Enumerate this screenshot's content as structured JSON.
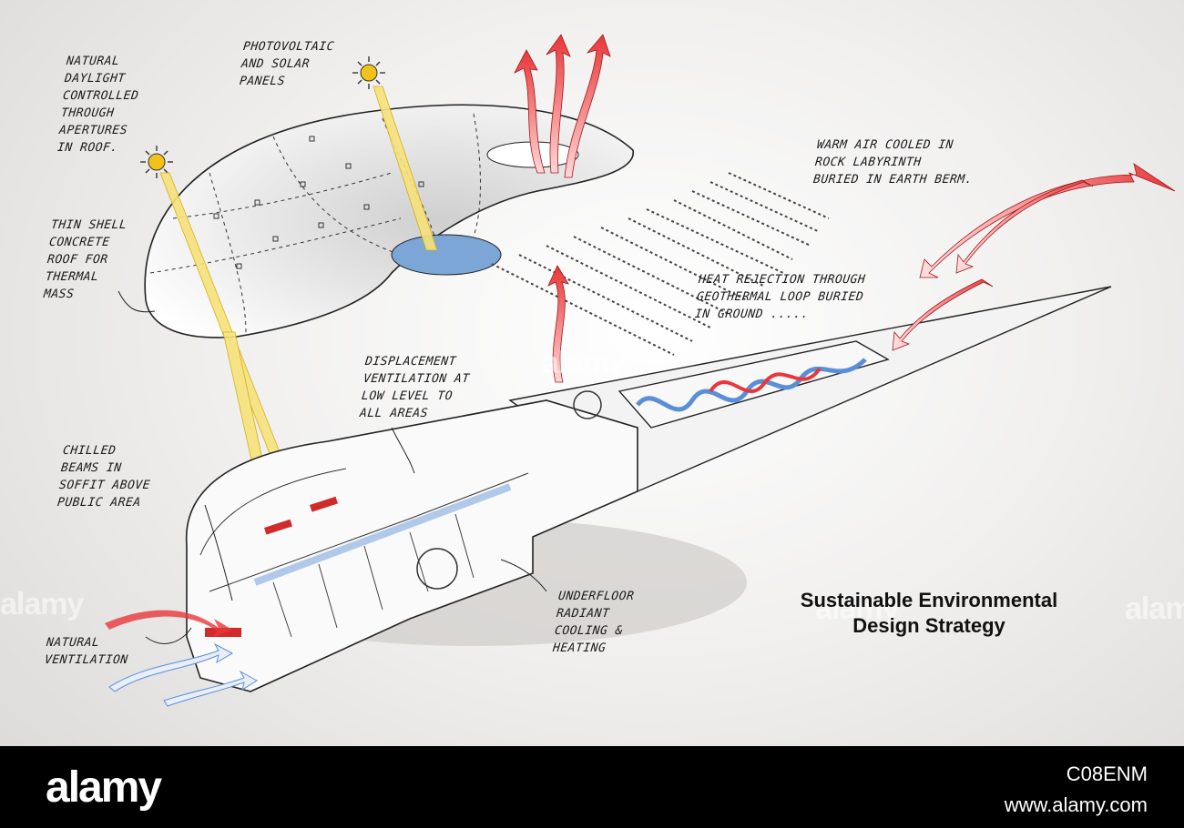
{
  "annotations": {
    "daylight": "NATURAL\nDAYLIGHT\nCONTROLLED\nTHROUGH\nAPERTURES\nIN ROOF.",
    "pv": "PHOTOVOLTAIC\nAND SOLAR\nPANELS",
    "warm_air": "WARM AIR COOLED IN\nROCK LABYRINTH\nBURIED IN EARTH BERM.",
    "shell": "THIN SHELL\nCONCRETE\nROOF FOR\nTHERMAL\nMASS",
    "heat_rejection": "HEAT REJECTION THROUGH\nGEOTHERMAL LOOP BURIED\nIN GROUND .....",
    "displacement": "DISPLACEMENT\nVENTILATION AT\nLOW LEVEL TO\nALL AREAS",
    "chilled": "CHILLED\nBEAMS IN\nSOFFIT ABOVE\nPUBLIC AREA",
    "underfloor": "UNDERFLOOR\nRADIANT\nCOOLING &\nHEATING",
    "natural_vent": "NATURAL\nVENTILATION"
  },
  "title_line1": "Sustainable Environmental",
  "title_line2": "Design Strategy",
  "watermark": "alamy",
  "footer": {
    "logo": "alamy",
    "image_id": "C08ENM",
    "site": "www.alamy.com"
  },
  "colors": {
    "warm_arrow": "#e8373a",
    "cool_arrow": "#5a8fd8",
    "sun": "#f2c21b",
    "footer_bg": "#000000"
  }
}
